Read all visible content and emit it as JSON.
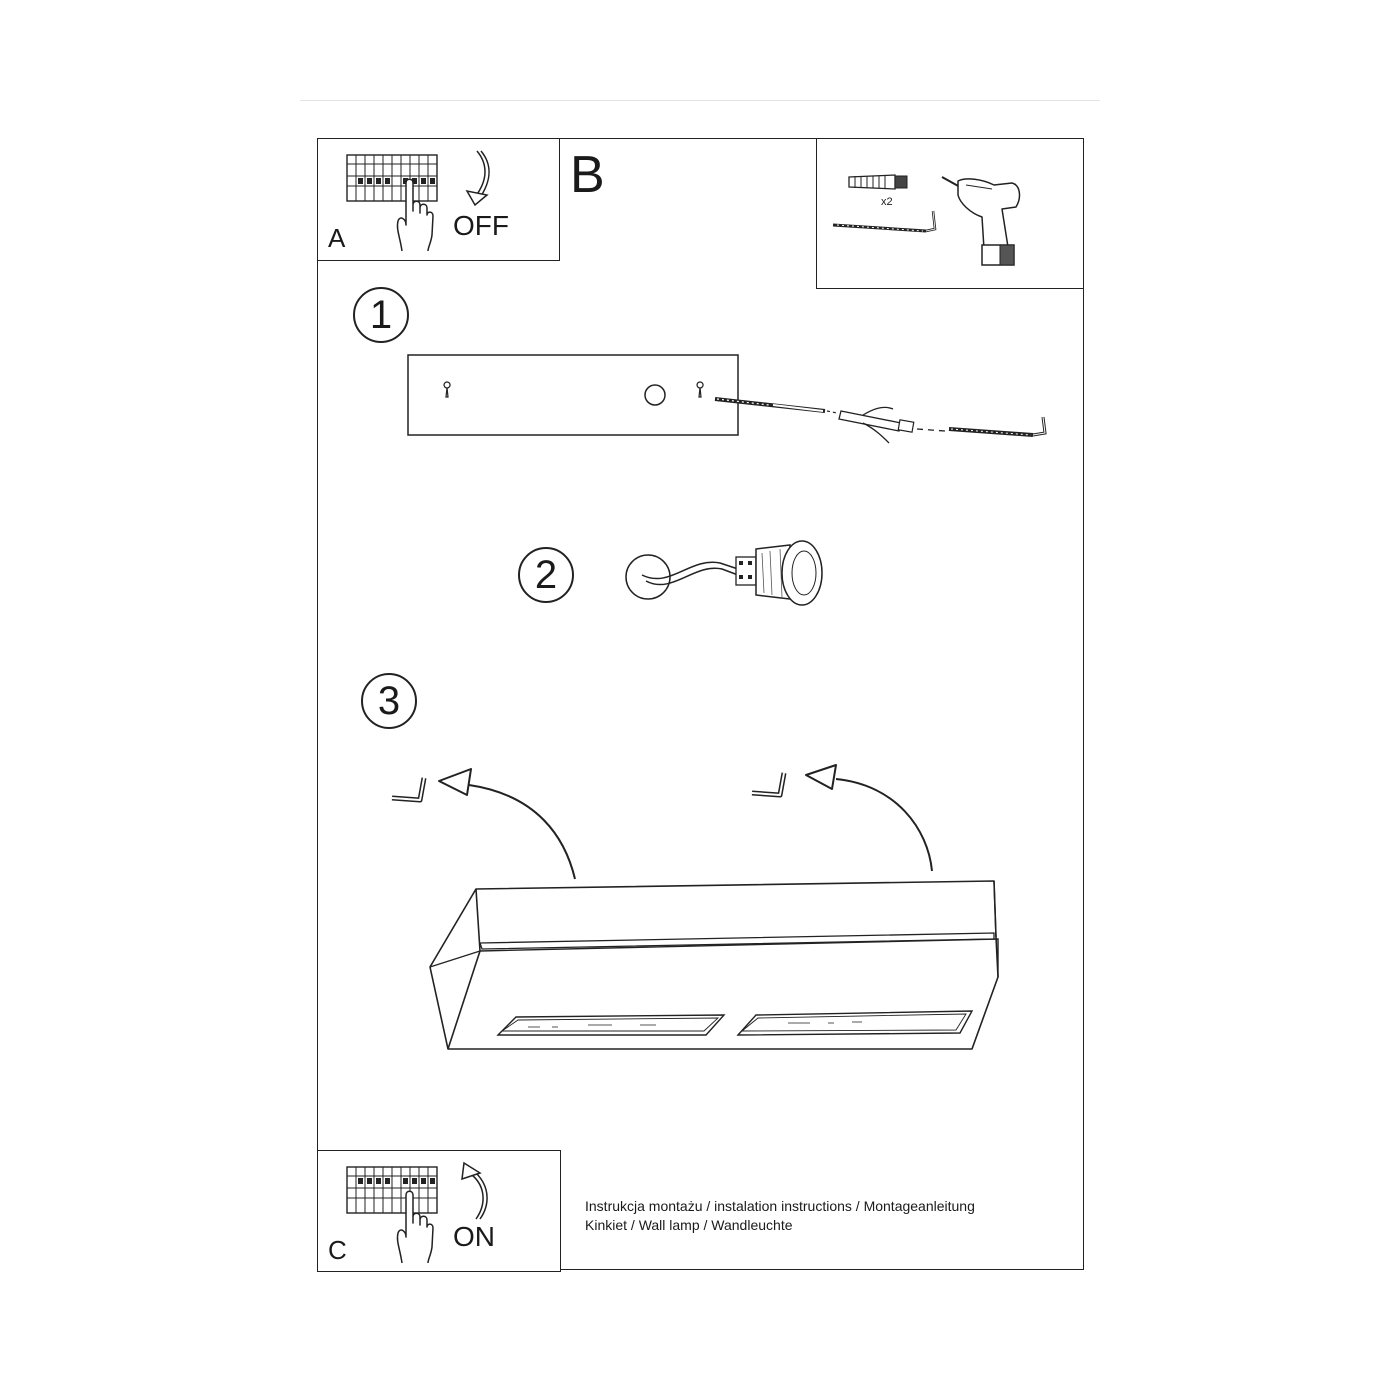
{
  "panel_a": {
    "letter": "A",
    "label": "OFF"
  },
  "panel_b": {
    "letter": "B",
    "quantity": "x2"
  },
  "panel_c": {
    "letter": "C",
    "label": "ON"
  },
  "steps": [
    "1",
    "2",
    "3"
  ],
  "caption": {
    "line1": "Instrukcja montażu / instalation instructions / Montageanleitung",
    "line2": "Kinkiet / Wall lamp / Wandleuchte"
  },
  "icons": [
    "breaker-box-icon",
    "hand-icon",
    "curved-arrow-icon",
    "wall-plug-icon",
    "screw-icon",
    "drill-icon",
    "lamp-holder-icon",
    "mounting-hook-icon"
  ]
}
